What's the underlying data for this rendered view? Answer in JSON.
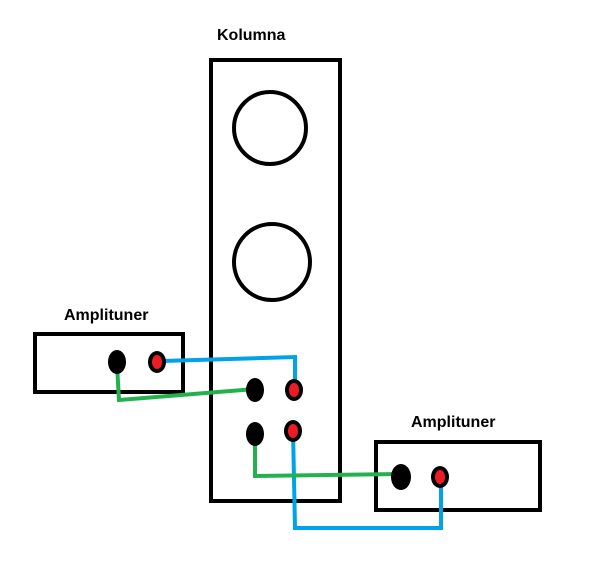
{
  "speaker": {
    "label": "Kolumna"
  },
  "amplifier_left": {
    "label": "Amplituner"
  },
  "amplifier_right": {
    "label": "Amplituner"
  },
  "colors": {
    "outline": "#000000",
    "black_terminal": "#000000",
    "red_terminal": "#ed1c24",
    "wire_blue": "#00a2e8",
    "wire_green": "#22b14c"
  }
}
